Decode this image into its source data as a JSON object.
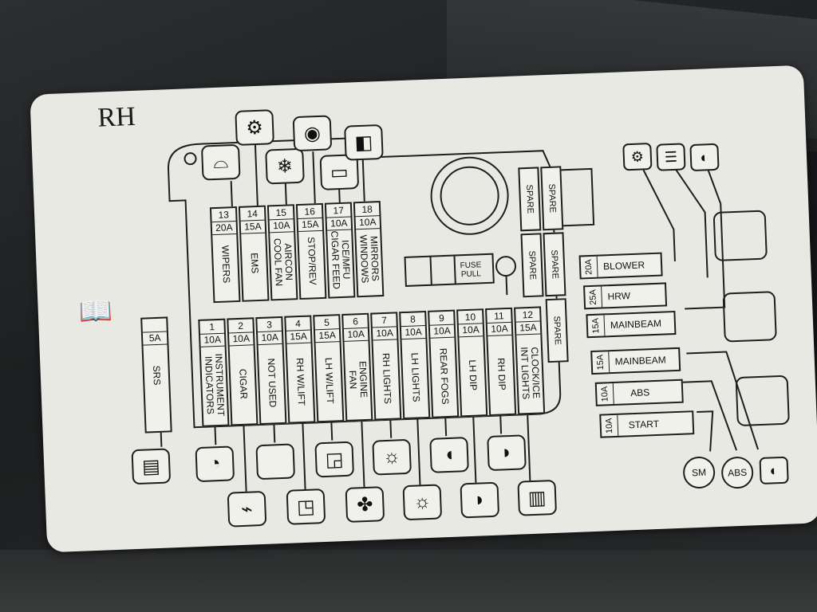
{
  "title": "RH",
  "top_fuses": [
    {
      "num": "13",
      "amp": "20A",
      "label": "WIPERS"
    },
    {
      "num": "14",
      "amp": "15A",
      "label": "EMS"
    },
    {
      "num": "15",
      "amp": "10A",
      "label": "AIRCON\nCOOL FAN"
    },
    {
      "num": "16",
      "amp": "15A",
      "label": "STOP/REV"
    },
    {
      "num": "17",
      "amp": "10A",
      "label": "ICE/MFU\nCIGAR FEED"
    },
    {
      "num": "18",
      "amp": "10A",
      "label": "MIRRORS\nWINDOWS"
    }
  ],
  "bottom_fuses": [
    {
      "num": "1",
      "amp": "10A",
      "label": "INSTRUMENT\nINDICATORS"
    },
    {
      "num": "2",
      "amp": "10A",
      "label": "CIGAR"
    },
    {
      "num": "3",
      "amp": "10A",
      "label": "NOT USED"
    },
    {
      "num": "4",
      "amp": "15A",
      "label": "RH W/LIFT"
    },
    {
      "num": "5",
      "amp": "15A",
      "label": "LH W/LIFT"
    },
    {
      "num": "6",
      "amp": "10A",
      "label": "ENGINE\nFAN"
    },
    {
      "num": "7",
      "amp": "10A",
      "label": "RH LIGHTS"
    },
    {
      "num": "8",
      "amp": "10A",
      "label": "LH LIGHTS"
    },
    {
      "num": "9",
      "amp": "10A",
      "label": "REAR FOGS"
    },
    {
      "num": "10",
      "amp": "10A",
      "label": "LH DIP"
    },
    {
      "num": "11",
      "amp": "10A",
      "label": "RH DIP"
    },
    {
      "num": "12",
      "amp": "15A",
      "label": "CLOCK/ICE\nINT LIGHTS"
    }
  ],
  "srs_fuse": {
    "amp": "5A",
    "label": "SRS"
  },
  "fuse_pull": "FUSE\nPULL",
  "spares": [
    "SPARE",
    "SPARE",
    "SPARE",
    "SPARE",
    "SPARE"
  ],
  "relays": [
    {
      "amp": "20A",
      "label": "BLOWER"
    },
    {
      "amp": "25A",
      "label": "HRW"
    },
    {
      "amp": "15A",
      "label": "MAINBEAM"
    },
    {
      "amp": "15A",
      "label": "MAINBEAM"
    },
    {
      "amp": "10A",
      "label": "ABS"
    },
    {
      "amp": "10A",
      "label": "START"
    }
  ],
  "round_icons": [
    "SM",
    "ABS"
  ],
  "icons": {
    "wiper": "wiper-icon",
    "engine": "engine-management-icon",
    "snowflake": "aircon-icon",
    "brake": "stop-reverse-icon",
    "radio": "radio-icon",
    "mirror": "mirror-icon",
    "gear": "blower-icon",
    "heater": "rear-heater-icon",
    "beam": "mainbeam-icon",
    "manual": "manual-book-icon",
    "gauge": "instrument-gauge-icon",
    "fan": "fan-icon"
  }
}
